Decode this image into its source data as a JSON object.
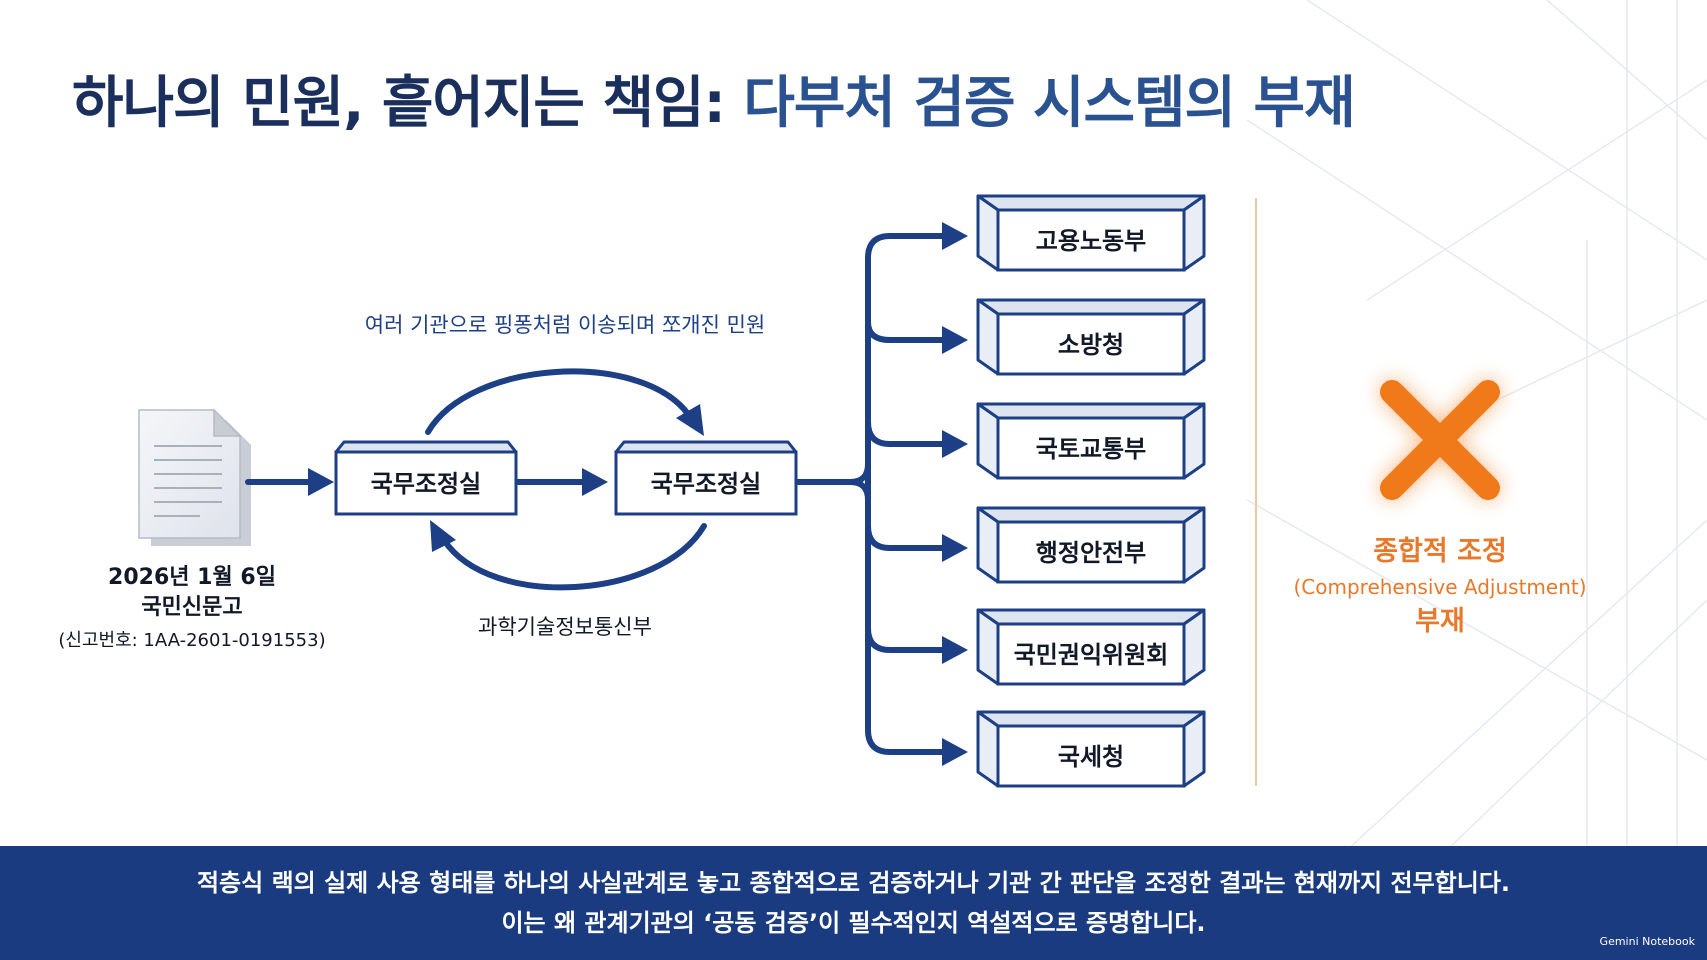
{
  "title": {
    "part1": "하나의 민원, 흩어지는 책임:",
    "part2": "다부처 검증 시스템의 부재"
  },
  "source": {
    "date": "2026년 1월 6일",
    "channel": "국민신문고",
    "report_no": "(신고번호: 1AA-2601-0191553)"
  },
  "flow": {
    "box1": "국무조정실",
    "box2": "국무조정실",
    "pingpong_label": "여러 기관으로 핑퐁처럼 이송되며 쪼개진 민원",
    "return_label": "과학기술정보통신부"
  },
  "agencies": [
    {
      "label": "고용노동부"
    },
    {
      "label": "소방청"
    },
    {
      "label": "국토교통부"
    },
    {
      "label": "행정안전부"
    },
    {
      "label": "국민권익위원회"
    },
    {
      "label": "국세청"
    }
  ],
  "absence": {
    "line1": "종합적 조정",
    "line2": "(Comprehensive Adjustment)",
    "line3": "부재",
    "color": "#f07a1a"
  },
  "footer": {
    "line1": "적층식 랙의 실제 사용 형태를 하나의 사실관계로 놓고 종합적으로 검증하거나 기관 간 판단을 조정한 결과는 현재까지 전무합니다.",
    "line2": "이는 왜 관계기관의 ‘공동 검증’이 필수적인지 역설적으로 증명합니다.",
    "brand": "Gemini Notebook"
  },
  "colors": {
    "navy": "#1a2f5c",
    "accent_blue": "#2a5290",
    "arrow": "#1d3f85",
    "footer_bg": "#1a3b80",
    "orange": "#f07a1a"
  }
}
